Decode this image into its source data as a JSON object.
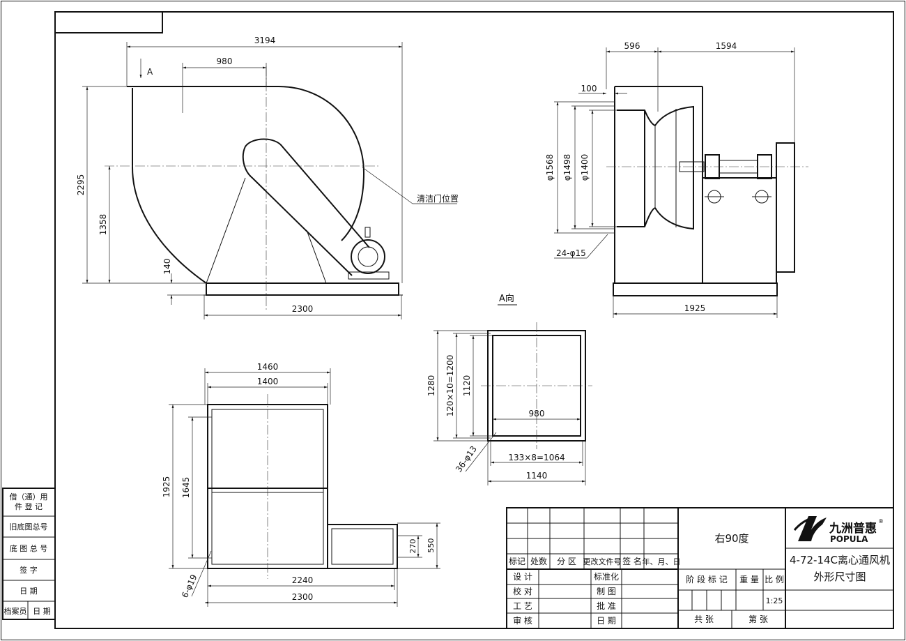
{
  "side_view": {
    "dim_overall_width": "3194",
    "dim_outlet_width": "980",
    "dim_height": "2295",
    "dim_center_height": "1358",
    "dim_base": "140",
    "dim_base_length": "2300",
    "arrow_label": "A",
    "cleaning_door_label": "清洁门位置"
  },
  "end_view": {
    "dim_left": "596",
    "dim_right": "1594",
    "dim_flange": "100",
    "dia_outer": "φ1568",
    "dia_mid": "φ1498",
    "dia_inner": "φ1400",
    "holes": "24-φ15",
    "dim_base": "1925"
  },
  "outlet_view": {
    "title": "A向",
    "dim_height_outer": "1280",
    "dim_hole_pitch_v": "120×10=1200",
    "dim_height_inner": "1120",
    "dim_width_inner": "980",
    "dim_hole_pitch_h": "133×8=1064",
    "dim_width_outer": "1140",
    "holes": "36-φ13"
  },
  "base_view": {
    "dim_1460": "1460",
    "dim_1400": "1400",
    "dim_1925": "1925",
    "dim_1645": "1645",
    "dim_270": "270",
    "dim_550": "550",
    "dim_2240": "2240",
    "dim_2300": "2300",
    "holes": "6-φ19"
  },
  "side_table": [
    "借（通）用\n件 登 记",
    "旧底图总号",
    "底 图 总 号",
    "签  字",
    "日  期",
    "档案员"
  ],
  "side_table_right": "日  期",
  "title_block": {
    "rev_headers": [
      "标记",
      "处数",
      "分 区",
      "更改文件号",
      "签 名",
      "年、月、日"
    ],
    "sign_rows": [
      [
        "设 计",
        "标准化"
      ],
      [
        "校 对",
        "制 图"
      ],
      [
        "工 艺",
        "批 准"
      ],
      [
        "审 核",
        "日 期"
      ]
    ],
    "rotation": "右90度",
    "stage_headers": [
      "阶 段 标 记",
      "重 量",
      "比 例"
    ],
    "scale": "1:25",
    "sheet_total": "共      张",
    "sheet_no": "第      张",
    "brand_cn": "九洲普惠",
    "brand_en": "POPULA",
    "drawing_title_1": "4-72-14C离心通风机",
    "drawing_title_2": "外形尺寸图"
  }
}
